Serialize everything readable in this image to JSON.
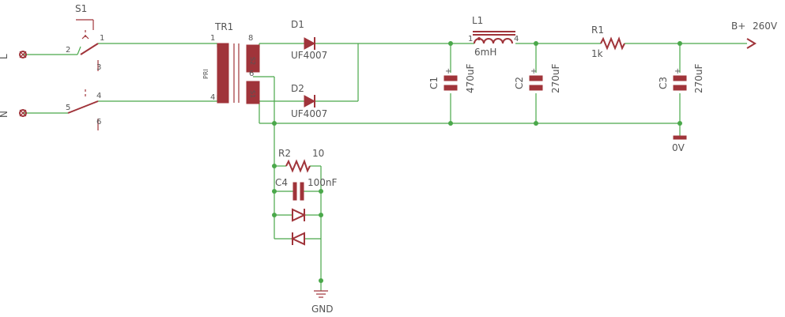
{
  "colors": {
    "wire": "#4aa84a",
    "component": "#a0343a",
    "text": "#555555",
    "junction": "#4aa84a",
    "background": "#ffffff"
  },
  "inputs": {
    "line": "L",
    "neutral": "N"
  },
  "switch": {
    "ref": "S1",
    "pins": [
      "1",
      "2",
      "3",
      "4",
      "5",
      "6"
    ]
  },
  "transformer": {
    "ref": "TR1",
    "pins": [
      "1",
      "4",
      "8",
      "6"
    ],
    "labels": [
      "PRI",
      "S2",
      "S1"
    ]
  },
  "diodes": [
    {
      "ref": "D1",
      "value": "UF4007"
    },
    {
      "ref": "D2",
      "value": "UF4007"
    }
  ],
  "inductor": {
    "ref": "L1",
    "value": "6mH",
    "pins": [
      "1",
      "4"
    ]
  },
  "caps": [
    {
      "ref": "C1",
      "value": "470uF",
      "polarity": "+"
    },
    {
      "ref": "C2",
      "value": "270uF",
      "polarity": "+"
    },
    {
      "ref": "C3",
      "value": "270uF",
      "polarity": "+"
    },
    {
      "ref": "C4",
      "value": "100nF"
    }
  ],
  "resistors": [
    {
      "ref": "R1",
      "value": "1k"
    },
    {
      "ref": "R2",
      "value": "10"
    }
  ],
  "rails": {
    "bplus": "B+",
    "bplus_value": "260V",
    "zero": "0V",
    "gnd": "GND"
  }
}
